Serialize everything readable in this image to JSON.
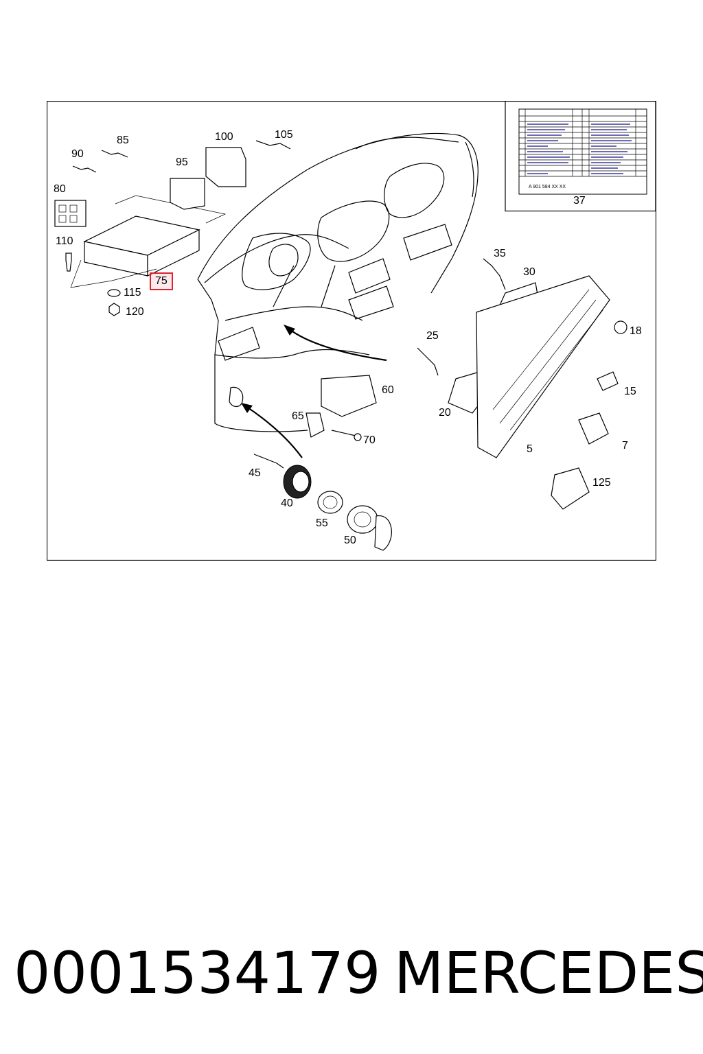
{
  "callouts": [
    {
      "id": "5",
      "label": "5"
    },
    {
      "id": "7",
      "label": "7"
    },
    {
      "id": "15",
      "label": "15"
    },
    {
      "id": "18",
      "label": "18"
    },
    {
      "id": "20",
      "label": "20"
    },
    {
      "id": "25",
      "label": "25"
    },
    {
      "id": "30",
      "label": "30"
    },
    {
      "id": "35",
      "label": "35"
    },
    {
      "id": "37",
      "label": "37"
    },
    {
      "id": "40",
      "label": "40"
    },
    {
      "id": "45",
      "label": "45"
    },
    {
      "id": "50",
      "label": "50"
    },
    {
      "id": "55",
      "label": "55"
    },
    {
      "id": "60",
      "label": "60"
    },
    {
      "id": "65",
      "label": "65"
    },
    {
      "id": "70",
      "label": "70"
    },
    {
      "id": "75",
      "label": "75",
      "highlighted": true
    },
    {
      "id": "80",
      "label": "80"
    },
    {
      "id": "85",
      "label": "85"
    },
    {
      "id": "90",
      "label": "90"
    },
    {
      "id": "95",
      "label": "95"
    },
    {
      "id": "100",
      "label": "100"
    },
    {
      "id": "105",
      "label": "105"
    },
    {
      "id": "110",
      "label": "110"
    },
    {
      "id": "115",
      "label": "115"
    },
    {
      "id": "120",
      "label": "120"
    },
    {
      "id": "125",
      "label": "125"
    }
  ],
  "label_sheet": {
    "part_code": "A 901 584 XX XX"
  },
  "footer": {
    "part_number": "0001534179",
    "brand": "MERCEDES"
  },
  "colors": {
    "highlight_border": "#e0222b",
    "line": "#000000",
    "background": "#ffffff"
  }
}
